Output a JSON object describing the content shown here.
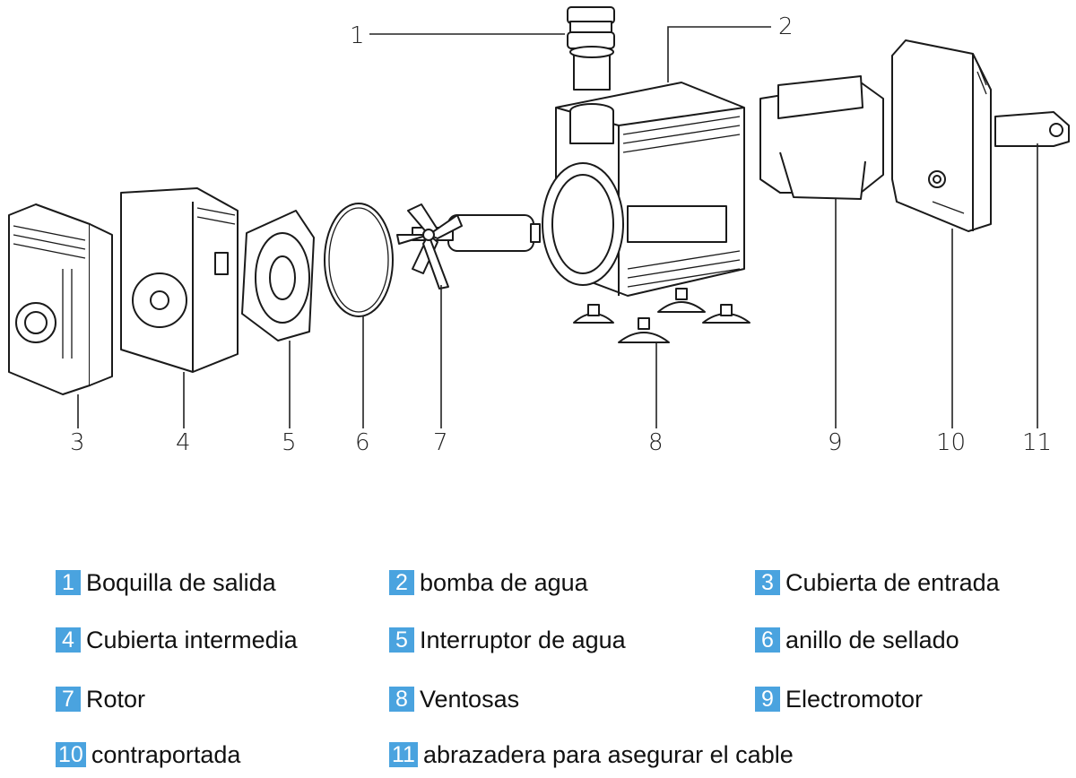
{
  "callouts": [
    "1",
    "2",
    "3",
    "4",
    "5",
    "6",
    "7",
    "8",
    "9",
    "10",
    "11"
  ],
  "legend": [
    {
      "num": "1",
      "label": "Boquilla de salida"
    },
    {
      "num": "2",
      "label": "bomba de agua"
    },
    {
      "num": "3",
      "label": "Cubierta de entrada"
    },
    {
      "num": "4",
      "label": "Cubierta intermedia"
    },
    {
      "num": "5",
      "label": "Interruptor de agua"
    },
    {
      "num": "6",
      "label": "anillo de sellado"
    },
    {
      "num": "7",
      "label": "Rotor"
    },
    {
      "num": "8",
      "label": "Ventosas"
    },
    {
      "num": "9",
      "label": "Electromotor"
    },
    {
      "num": "10",
      "label": "contraportada"
    },
    {
      "num": "11",
      "label": "abrazadera para asegurar el cable"
    }
  ],
  "colors": {
    "badge": "#4aa3df",
    "line": "#1a1a1a"
  }
}
